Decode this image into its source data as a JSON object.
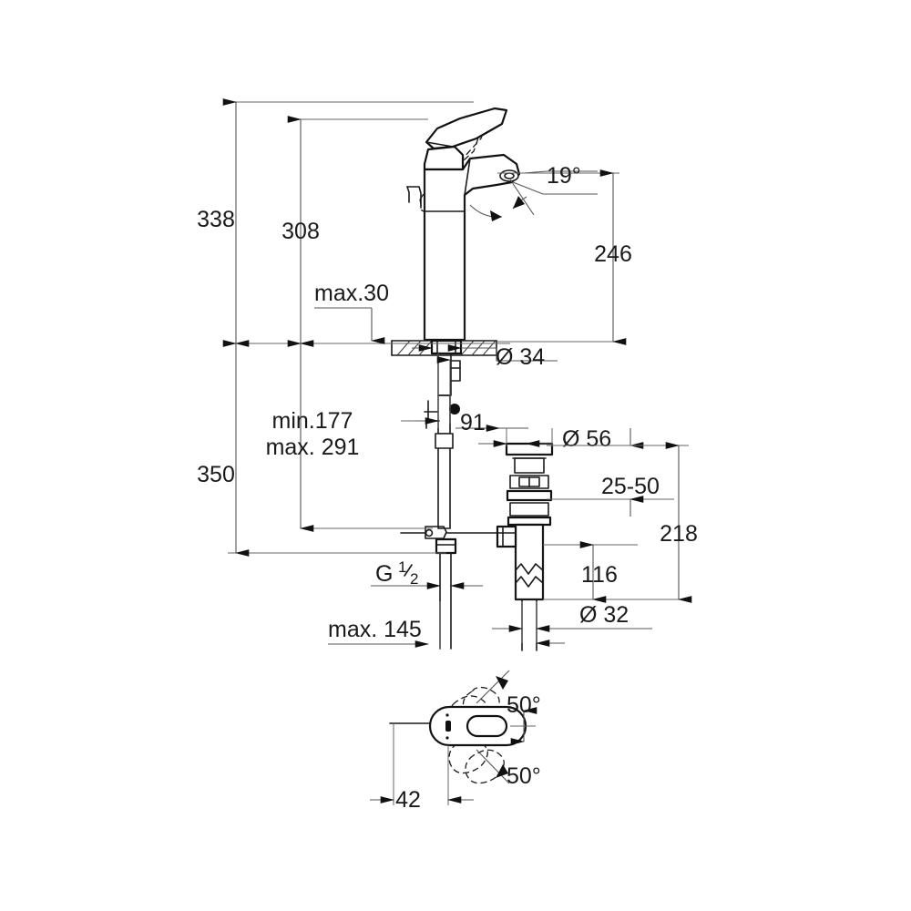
{
  "drawing": {
    "title": "Single-lever basin mixer XL-size dimensional drawing",
    "line_color": "#1a1a1a",
    "dim_color": "#555555",
    "background": "#ffffff"
  },
  "dimensions": {
    "total_height": "338",
    "lever_top_height": "308",
    "max_deck_thickness": "max.30",
    "spout_height": "246",
    "shank_diameter": "Ø 34",
    "overall_lower": "350",
    "min_shank": "min.177",
    "max_shank": "max. 291",
    "popup_rod_offset": "91",
    "swivel_angle": "19°",
    "waste_flange_diameter": "Ø 56",
    "basin_thickness_range": "25-50",
    "waste_total": "218",
    "tailpipe_length": "116",
    "tailpipe_diameter": "Ø 32",
    "thread_size_prefix": "G",
    "thread_size_num": "1",
    "thread_size_den": "2",
    "max_connection_depth": "max. 145",
    "plan_swivel_left": "50°",
    "plan_swivel_right": "50°",
    "plan_offset": "42"
  },
  "labels": [
    {
      "id": "total-height",
      "text": "338"
    },
    {
      "id": "lever-top-height",
      "text": "308"
    },
    {
      "id": "max-deck-thickness",
      "text": "max.30"
    },
    {
      "id": "spout-height",
      "text": "246"
    },
    {
      "id": "shank-diameter",
      "text": "Ø 34"
    },
    {
      "id": "min-shank",
      "text": "min.177"
    },
    {
      "id": "max-shank",
      "text": "max. 291"
    },
    {
      "id": "overall-lower",
      "text": "350"
    },
    {
      "id": "popup-rod-offset",
      "text": "91"
    },
    {
      "id": "swivel-angle",
      "text": "19°"
    },
    {
      "id": "waste-flange-diameter",
      "text": "Ø 56"
    },
    {
      "id": "basin-thickness-range",
      "text": "25-50"
    },
    {
      "id": "waste-total",
      "text": "218"
    },
    {
      "id": "tailpipe-length",
      "text": "116"
    },
    {
      "id": "tailpipe-diameter",
      "text": "Ø 32"
    },
    {
      "id": "max-connection-depth",
      "text": "max. 145"
    },
    {
      "id": "plan-swivel-top",
      "text": "50°"
    },
    {
      "id": "plan-swivel-bottom",
      "text": "50°"
    },
    {
      "id": "plan-offset",
      "text": "42"
    }
  ],
  "views": {
    "elevation": "front elevation of single-lever basin mixer with pop-up waste set",
    "plan": "top view showing 50° left and 50° right spout swivel range"
  }
}
